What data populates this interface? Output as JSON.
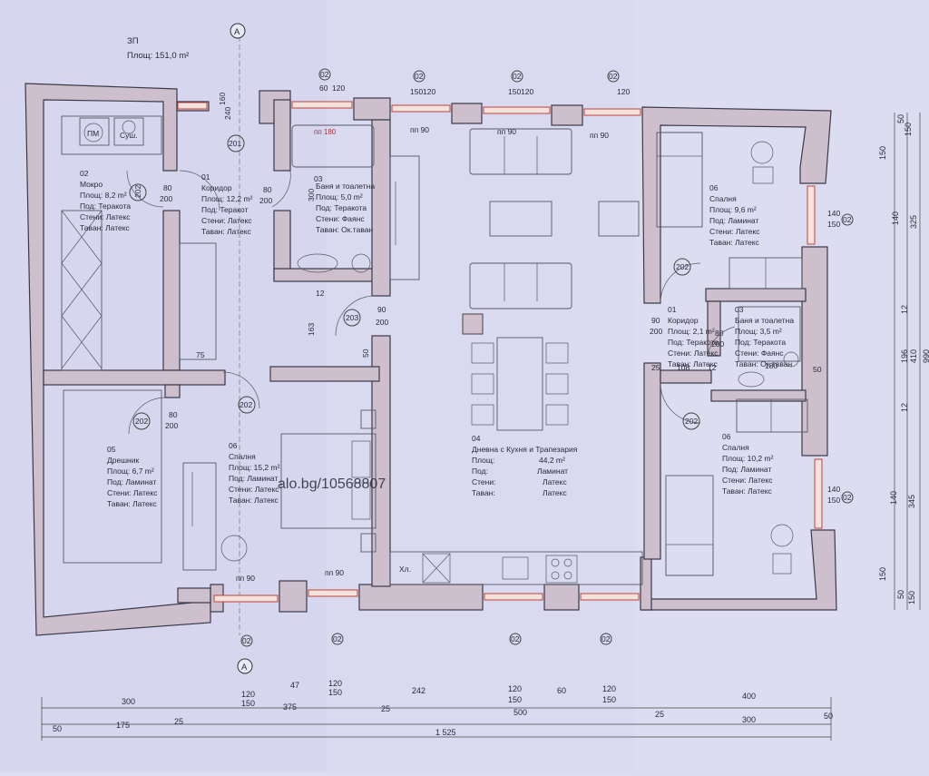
{
  "plan": {
    "title": "ЗП",
    "total_area": "Площ: 151,0 m²",
    "axis_label": "A",
    "watermark": "alo.bg/10568807"
  },
  "rooms": [
    {
      "id": "mokro",
      "num": "02",
      "name": "Мокро",
      "area": "Площ:  8,2 m²",
      "floor": "Под: Теракота",
      "walls": "Стени: Латекс",
      "ceiling": "Таван: Латекс"
    },
    {
      "id": "koridor-left",
      "num": "01",
      "name": "Коридор",
      "area": "Площ:  12,2 m²",
      "floor": "Под:  Теракот",
      "walls": "Стени:  Латекс",
      "ceiling": "Таван:  Латекс"
    },
    {
      "id": "bath-left",
      "num": "03",
      "name": "Баня и тоалетна",
      "area": "Площ: 5,0 m²",
      "floor": "Под: Теракота",
      "walls": "Стени:  Фаянс",
      "ceiling": "Таван: Ок.таван"
    },
    {
      "id": "dreshnik",
      "num": "05",
      "name": "Дрешник",
      "area": "Площ:  6,7 m²",
      "floor": "Под:  Ламинат",
      "walls": "Стени: Латекс",
      "ceiling": "Таван: Латекс"
    },
    {
      "id": "bedroom-left",
      "num": "06",
      "name": "Спалня",
      "area": "Площ: 15,2 m²",
      "floor": "Под:  Ламинат",
      "walls": "Стени: Латекс",
      "ceiling": "Таван: Латекс"
    },
    {
      "id": "living",
      "num": "04",
      "name": "Дневна с Кухня и Трапезария",
      "area_label": "Площ:",
      "area_value": "44,2 m²",
      "floor_label": "Под:",
      "floor_value": "Ламинат",
      "walls_label": "Стени:",
      "walls_value": "Латекс",
      "ceiling_label": "Таван:",
      "ceiling_value": "Латекс"
    },
    {
      "id": "bedroom-tr",
      "num": "06",
      "name": "Спалня",
      "area": "Площ:  9,6 m²",
      "floor": "Под:  Ламинат",
      "walls": "Стени: Латекс",
      "ceiling": "Таван: Латекс"
    },
    {
      "id": "koridor-right",
      "num": "01",
      "name": "Коридор",
      "area": "Площ:  2,1 m²",
      "floor": "Под:  Теракота",
      "walls": "Стени: Латекс",
      "ceiling": "Таван: Латекс"
    },
    {
      "id": "bath-right",
      "num": "03",
      "name": "Баня и тоалетна",
      "area": "Площ:  3,5 m²",
      "floor": "Под: Теракота",
      "walls": "Стени:   Фаянс",
      "ceiling": "Таван: Ок.таван"
    },
    {
      "id": "bedroom-br",
      "num": "06",
      "name": "Спалня",
      "area": "Площ:  10,2 m²",
      "floor": "Под: Ламинат",
      "walls": "Стени: Латекс",
      "ceiling": "Таван: Латекс"
    }
  ],
  "fixtures": {
    "washer": "ПМ",
    "dryer": "Суш.",
    "fridge": "Хл.",
    "shower_left": "пп 180",
    "shower_right": "180"
  },
  "doors": {
    "d201": "201",
    "d202": "202",
    "d203": "203",
    "w80": "80",
    "w90": "90",
    "h200": "200"
  },
  "windows": {
    "tag": "02",
    "pp90": "пп 90",
    "w60": "60",
    "w120": "120",
    "w150": "150",
    "w140": "140"
  },
  "dims_bottom": {
    "row1": [
      "300",
      "120",
      "47",
      "120",
      "242",
      "120",
      "60",
      "120",
      "400"
    ],
    "row1b": [
      "150",
      "150",
      "150",
      "150"
    ],
    "row2": [
      "375",
      "25",
      "500",
      "25",
      "300"
    ],
    "row3": [
      "50",
      "175",
      "25",
      "50"
    ],
    "total": "1 525"
  },
  "dims_right": {
    "outer": [
      "150",
      "325",
      "410",
      "345",
      "150"
    ],
    "inner": [
      "140",
      "150",
      "12",
      "196",
      "12",
      "140",
      "150"
    ],
    "mid": [
      "50",
      "50"
    ],
    "total": "990"
  },
  "misc_dims": {
    "d160": "160",
    "d240": "240",
    "d80": "80",
    "d75": "75",
    "d163": "163",
    "d50": "50",
    "d12": "12",
    "d300": "300",
    "d25": "25",
    "d108": "108",
    "d12b": "12",
    "d50b": "50"
  }
}
